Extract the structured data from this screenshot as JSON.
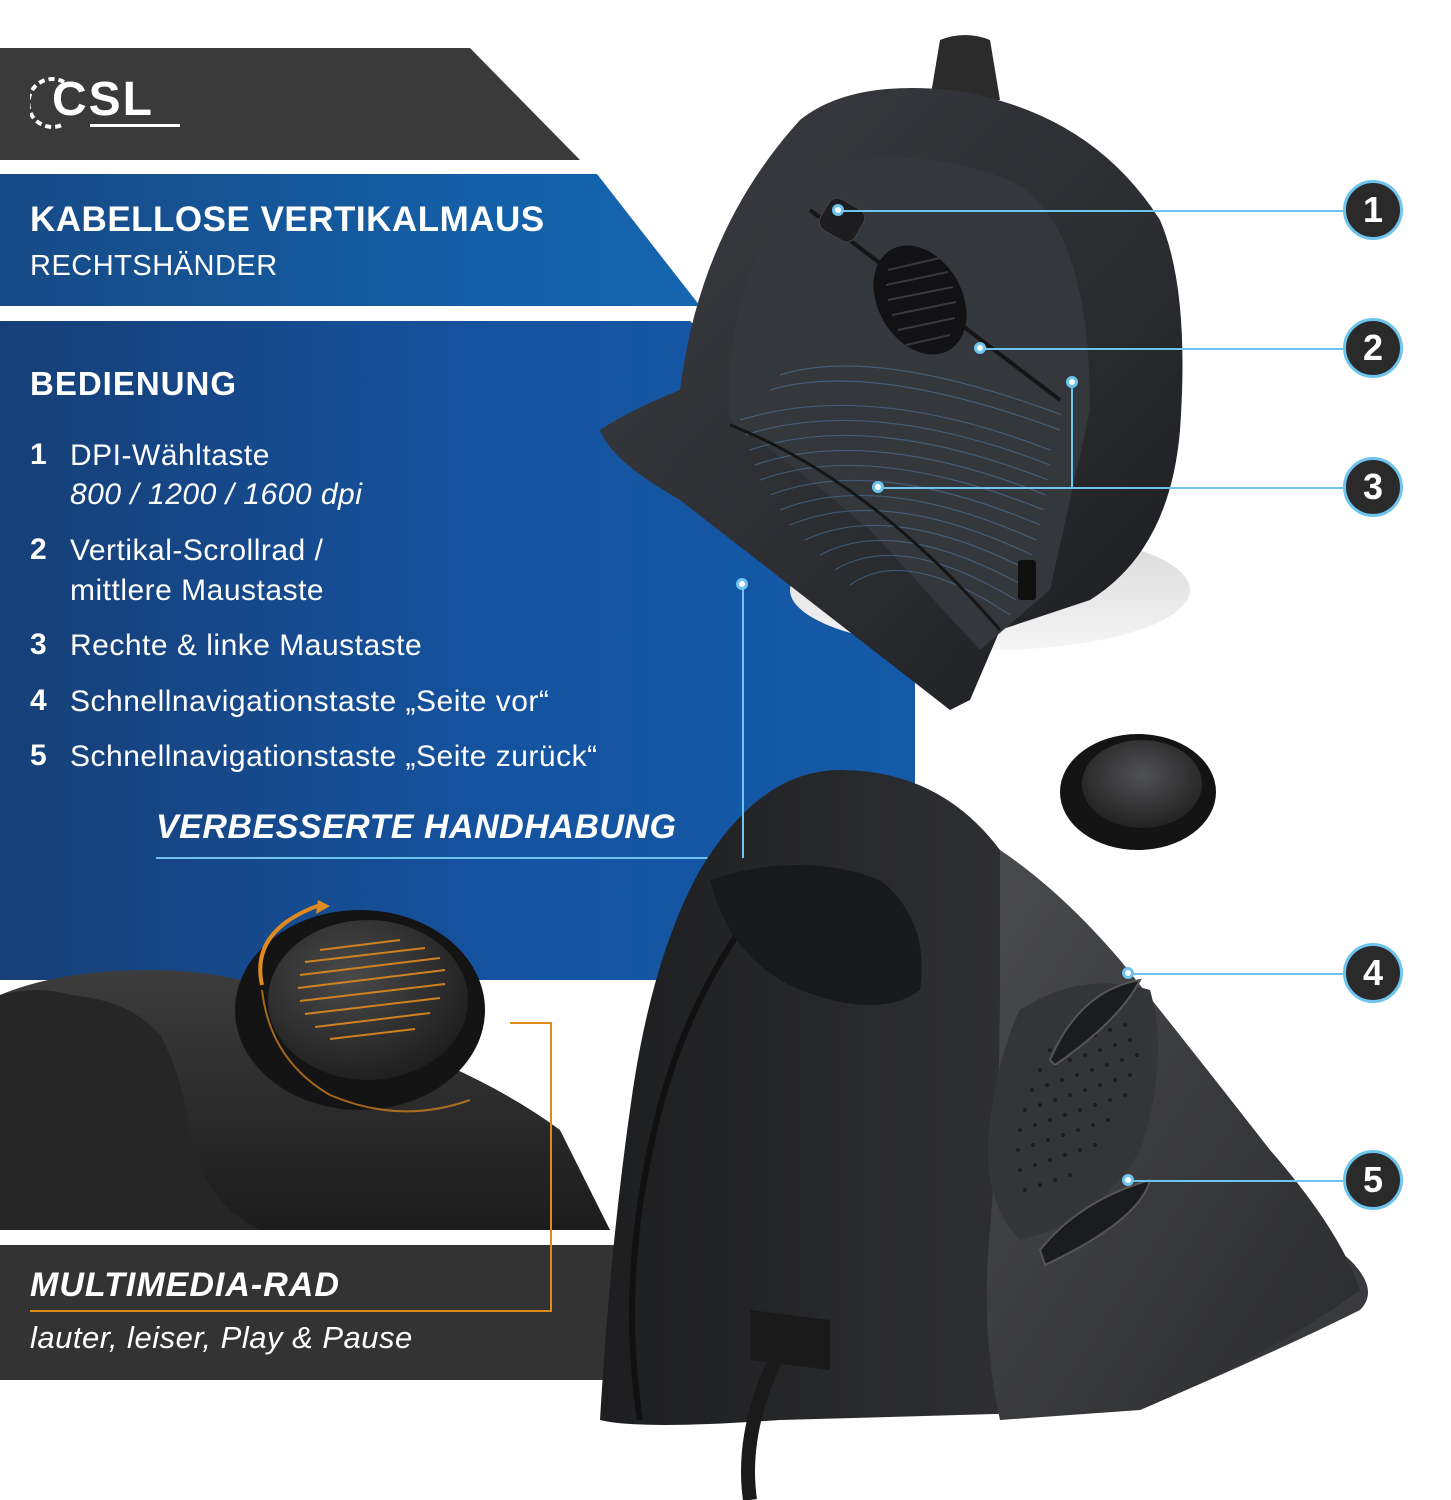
{
  "brand": {
    "logo_text": "CSL"
  },
  "header": {
    "title": "KABELLOSE VERTIKALMAUS",
    "subtitle": "RECHTSHÄNDER"
  },
  "section": {
    "title": "BEDIENUNG"
  },
  "features": [
    {
      "num": "1",
      "line1": "DPI-Wähltaste",
      "line2": "800 / 1200 / 1600 dpi"
    },
    {
      "num": "2",
      "line1": "Vertikal-Scrollrad /",
      "line2": "mittlere Maustaste"
    },
    {
      "num": "3",
      "line1": "Rechte & linke Maustaste"
    },
    {
      "num": "4",
      "line1": "Schnellnavigationstaste „Seite vor“"
    },
    {
      "num": "5",
      "line1": "Schnellnavigationstaste „Seite zurück“"
    }
  ],
  "highlight": "VERBESSERTE HANDHABUNG",
  "multimedia": {
    "title": "MULTIMEDIA-RAD",
    "subtitle": "lauter, leiser, Play & Pause"
  },
  "callouts": [
    "1",
    "2",
    "3",
    "4",
    "5"
  ],
  "colors": {
    "accent_blue": "#6ec4ee",
    "panel_blue": "#1553a0",
    "dark_band": "#3a3a3a",
    "accent_orange": "#e08a1e"
  }
}
